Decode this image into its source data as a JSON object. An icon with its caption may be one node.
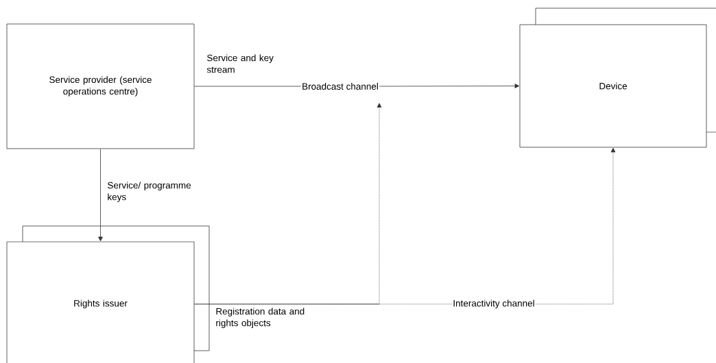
{
  "diagram": {
    "nodes": [
      {
        "text": [
          "Service provider (service operations centre)"
        ]
      },
      {
        "text": [
          "Device"
        ]
      },
      {
        "text": [
          "Rights issuer"
        ]
      },
      {
        "text": [
          "Broadcast channel"
        ]
      },
      {
        "text": [
          "Interactivity channel"
        ]
      }
    ],
    "edges": [
      {
        "from": 0,
        "to": 3,
        "arrow": "none",
        "label": "Service and key stream"
      },
      {
        "from": 3,
        "to": 1,
        "arrow": "to"
      },
      {
        "from": 0,
        "to": 2,
        "arrow": "to",
        "label": "Service/ programme keys"
      },
      {
        "from": 2,
        "to": 3,
        "arrow": "to",
        "style": "dashed",
        "label": "Registration data and rights objects"
      },
      {
        "from": 2,
        "to": 4,
        "arrow": "none",
        "style": "dashed"
      },
      {
        "from": 4,
        "to": 1,
        "arrow": "to",
        "style": "dashed"
      }
    ]
  }
}
